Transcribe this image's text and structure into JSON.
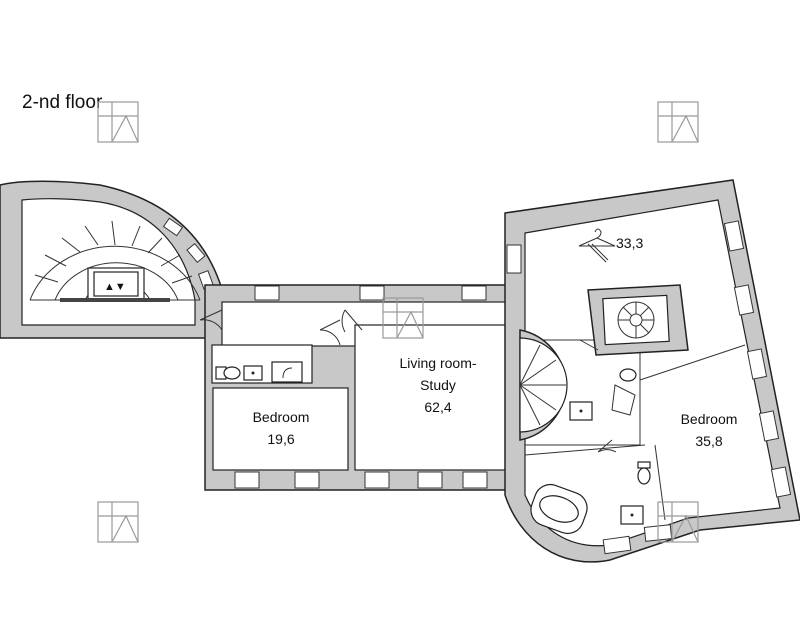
{
  "floor_title": "2-nd floor",
  "rooms": {
    "dressing": {
      "area": "33,3"
    },
    "living": {
      "name_line1": "Living room-",
      "name_line2": "Study",
      "area": "62,4"
    },
    "bedroom_left": {
      "name": "Bedroom",
      "area": "19,6"
    },
    "bedroom_right": {
      "name": "Bedroom",
      "area": "35,8"
    }
  },
  "colors": {
    "wall": "#c8c8c8",
    "outline": "#222222",
    "background": "#ffffff"
  },
  "icons": [
    "staircase-icon",
    "spiral-staircase-icon",
    "hanger-icon",
    "toilet-icon",
    "sink-icon",
    "shower-icon",
    "bathtub-icon",
    "watermark-logo"
  ]
}
